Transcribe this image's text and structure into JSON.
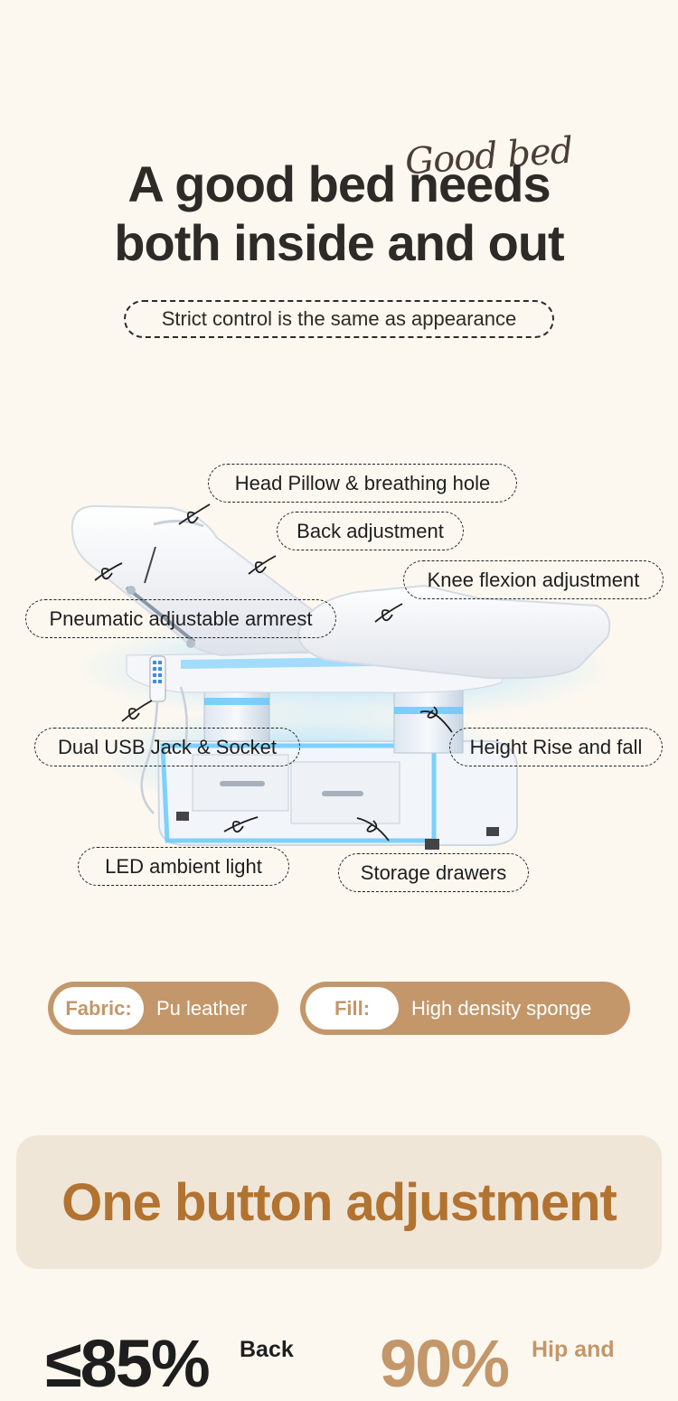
{
  "header": {
    "script_text": "Good bed",
    "line1": "A good bed needs",
    "line2": "both inside and out",
    "subtitle": "Strict control is the same as appearance"
  },
  "callouts": {
    "head_pillow": "Head Pillow & breathing hole",
    "back_adjustment": "Back adjustment",
    "knee_flexion": "Knee flexion adjustment",
    "armrest": "Pneumatic adjustable armrest",
    "usb": "Dual USB Jack & Socket",
    "height": "Height Rise and fall",
    "led": "LED ambient light",
    "storage": "Storage drawers"
  },
  "specs": [
    {
      "label": "Fabric:",
      "value": "Pu leather"
    },
    {
      "label": "Fill:",
      "value": "High density sponge"
    }
  ],
  "banner": {
    "title": "One button adjustment"
  },
  "stats": {
    "left_value": "≤85%",
    "left_label": "Back",
    "right_value": "90%",
    "right_label": "Hip and"
  },
  "colors": {
    "background": "#fcf8f0",
    "accent_tan": "#c3976a",
    "banner_bg": "#f0e6d8",
    "banner_text": "#b27330",
    "led_blue": "#5ec8ff"
  }
}
